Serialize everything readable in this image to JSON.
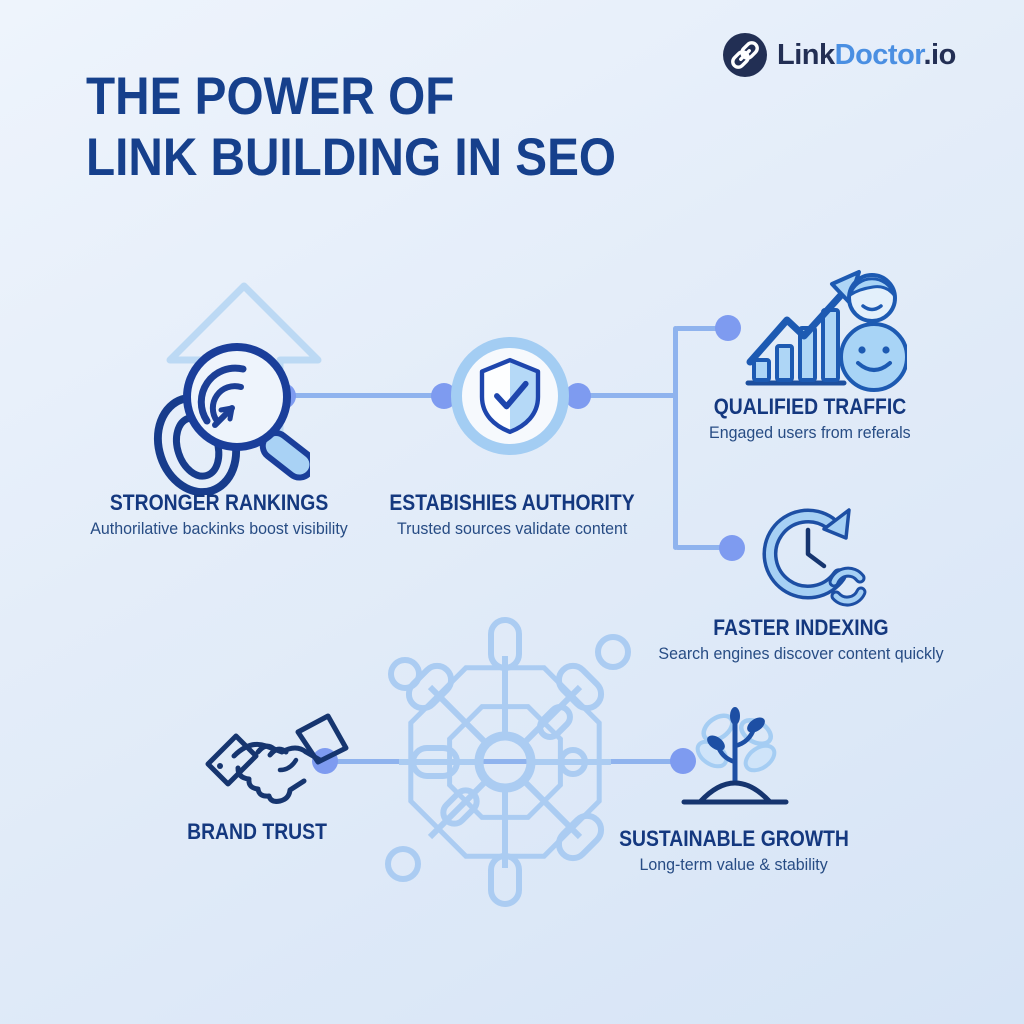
{
  "logo": {
    "brand_prefix": "Link",
    "brand_mid": "Doctor",
    "brand_suffix": ".io",
    "icon": "chain-link-icon"
  },
  "title": {
    "line1": "THE POWER OF",
    "line2": "LINK BUILDING IN SEO"
  },
  "items": [
    {
      "id": "stronger-rankings",
      "heading": "STRONGER RANKINGS",
      "subtext": "Authorilative backinks boost visibility",
      "icon": "magnifier-link-up-arrow"
    },
    {
      "id": "establishes-authority",
      "heading": "ESTABISHIES AUTHORITY",
      "subtext": "Trusted sources validate content",
      "icon": "shield-check"
    },
    {
      "id": "qualified-traffic",
      "heading": "QUALIFIED TRAFFIC",
      "subtext": "Engaged users from referals",
      "icon": "growth-chart-users"
    },
    {
      "id": "faster-indexing",
      "heading": "FASTER INDEXING",
      "subtext": "Search engines discover content quickly",
      "icon": "clock-refresh"
    },
    {
      "id": "brand-trust",
      "heading": "BRAND TRUST",
      "subtext": "",
      "icon": "handshake"
    },
    {
      "id": "sustainable-growth",
      "heading": "SUSTAINABLE GROWTH",
      "subtext": "Long-term value & stability",
      "icon": "seedling"
    }
  ],
  "colors": {
    "navy": "#16408c",
    "heading": "#14387f",
    "sub": "#274c84",
    "logo-navy": "#232f54",
    "logo-blue": "#4a8fe2",
    "icon-stroke": "#1d4fa4",
    "icon-dark": "#16356f",
    "light": "#a8d0f3",
    "lighter": "#cfe4f9",
    "line": "#8fb3ee",
    "dot": "#7e9bf0",
    "web": "#abccf2",
    "ring": "#a3cdf3"
  }
}
